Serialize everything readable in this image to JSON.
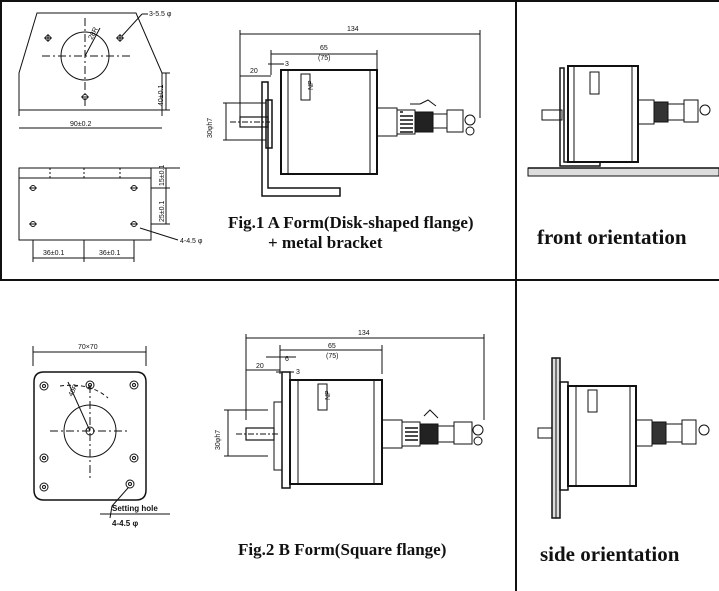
{
  "fig1": {
    "caption_line1": "Fig.1 A Form(Disk-shaped flange)",
    "caption_line2": "+ metal bracket",
    "bracket_dims": {
      "hole_spec_top": "3-5.5 φ",
      "radius": "28R",
      "height": "40±0.1",
      "width": "90±0.2",
      "v_top": "15±0.1",
      "v_mid": "25±0.1",
      "h_left": "36±0.1",
      "h_right": "36±0.1",
      "hole_spec_bottom": "4-4.5 φ"
    },
    "motor_dims": {
      "overall": "134",
      "body": "65",
      "body_alt": "(75)",
      "shaft": "20",
      "flange": "3",
      "shaft_dia": "30φh7",
      "nameplate": "NP"
    }
  },
  "fig2": {
    "caption": "Fig.2 B Form(Square flange)",
    "flange_dims": {
      "size": "70×70",
      "radius": "40R",
      "setting_hole": "Setting hole",
      "hole_spec": "4-4.5 φ"
    },
    "motor_dims": {
      "overall": "134",
      "body": "65",
      "body_alt": "(75)",
      "shaft": "20",
      "step": "6",
      "flange": "3",
      "shaft_dia": "30φh7",
      "nameplate": "NP"
    }
  },
  "orientations": {
    "front": "front orientation",
    "side": "side orientation"
  }
}
